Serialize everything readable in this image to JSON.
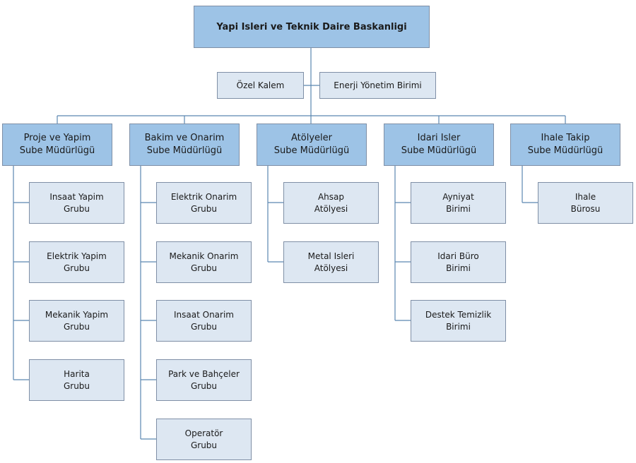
{
  "root": {
    "label": "Yapi Isleri ve Teknik Daire Baskanligi"
  },
  "staff": [
    {
      "label": "Özel Kalem"
    },
    {
      "label": "Enerji Yönetim Birimi"
    }
  ],
  "departments": [
    {
      "label": "Proje ve Yapim\nSube Müdürlügü",
      "units": [
        {
          "label": "Insaat Yapim\nGrubu"
        },
        {
          "label": "Elektrik Yapim\nGrubu"
        },
        {
          "label": "Mekanik Yapim\nGrubu"
        },
        {
          "label": "Harita\nGrubu"
        }
      ]
    },
    {
      "label": "Bakim ve Onarim\nSube Müdürlügü",
      "units": [
        {
          "label": "Elektrik Onarim\nGrubu"
        },
        {
          "label": "Mekanik Onarim\nGrubu"
        },
        {
          "label": "Insaat Onarim\nGrubu"
        },
        {
          "label": "Park ve Bahçeler\nGrubu"
        },
        {
          "label": "Operatör\nGrubu"
        }
      ]
    },
    {
      "label": "Atölyeler\nSube Müdürlügü",
      "units": [
        {
          "label": "Ahsap\nAtölyesi"
        },
        {
          "label": "Metal Isleri\nAtölyesi"
        }
      ]
    },
    {
      "label": "Idari Isler\nSube Müdürlügü",
      "units": [
        {
          "label": "Ayniyat\nBirimi"
        },
        {
          "label": "Idari Büro\nBirimi"
        },
        {
          "label": "Destek Temizlik\nBirimi"
        }
      ]
    },
    {
      "label": "Ihale Takip\nSube Müdürlügü",
      "units": [
        {
          "label": "Ihale\nBürosu"
        }
      ]
    }
  ]
}
